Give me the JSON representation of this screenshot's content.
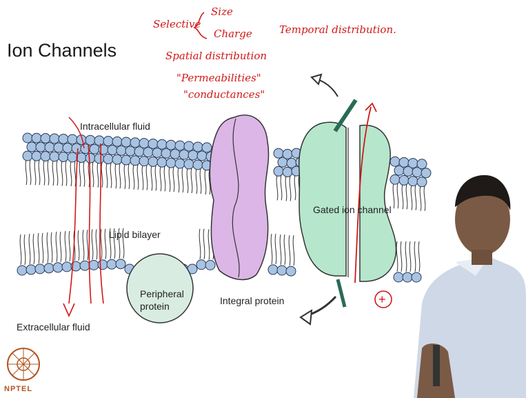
{
  "title": "Ion Channels",
  "labels": {
    "intracellular": "Intracellular fluid",
    "extracellular": "Extracellular fluid",
    "lipid_bilayer": "Lipid bilayer",
    "peripheral_line1": "Peripheral",
    "peripheral_line2": "protein",
    "integral": "Integral protein",
    "gated": "Gated ion channel"
  },
  "annotations": {
    "selective": "Selective",
    "size": "Size",
    "charge": "Charge",
    "temporal": "Temporal distribution.",
    "spatial": "Spatial distribution",
    "permeabilities": "\"Permeabilities\"",
    "conductances": "\"conductances\"",
    "plus": "+"
  },
  "logo": {
    "text": "NPTEL"
  },
  "colors": {
    "head": "#a9c3e3",
    "integral": "#dcb6e6",
    "channel": "#b6e6cc",
    "peripheral": "#d8ece2",
    "ink": "#d11818"
  }
}
